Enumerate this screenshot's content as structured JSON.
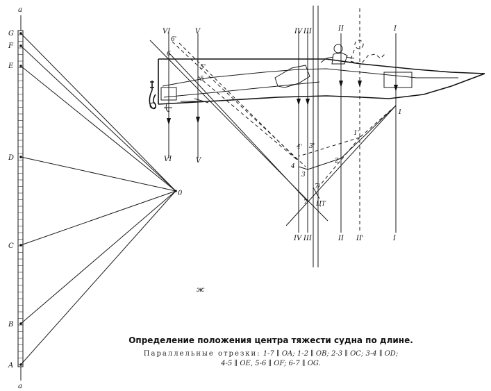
{
  "scale": {
    "axis_label_top": "a",
    "axis_label_bottom": "a",
    "points": [
      {
        "label": "G"
      },
      {
        "label": "F"
      },
      {
        "label": "E"
      },
      {
        "label": "D"
      },
      {
        "label": "C"
      },
      {
        "label": "B"
      },
      {
        "label": "A"
      }
    ],
    "pole_label": "0"
  },
  "stations_top": [
    {
      "label": "VI"
    },
    {
      "label": "V"
    },
    {
      "label": "IV"
    },
    {
      "label": "III"
    },
    {
      "label": "II"
    },
    {
      "label": "I"
    }
  ],
  "stations_bottom": [
    {
      "label": "VI"
    },
    {
      "label": "V"
    },
    {
      "label": "IV"
    },
    {
      "label": "III"
    },
    {
      "label": "II"
    },
    {
      "label": "II'"
    },
    {
      "label": "I"
    }
  ],
  "plot_labels": {
    "p6p": "6'",
    "p5p": "5'",
    "p5": "5",
    "p6": "6",
    "p1": "1",
    "p1p": "1'",
    "p2": "2",
    "p3": "3",
    "p3p": "3'",
    "p4": "4",
    "p4p": "4'",
    "p7": "7",
    "p7p": "7'",
    "cg": "ЦТ"
  },
  "stray_mark": "ж",
  "caption": {
    "title": "Определение положения центра тяжести судна по длине.",
    "lead": "Параллельные отрезки:",
    "pairs": [
      "1-7 ∥ OA;",
      "1-2 ∥ OB;",
      "2-3 ∥ OC;",
      "3-4 ∥ OD;",
      "4-5 ∥ OE,",
      "5-6 ∥ OF;",
      "6-7 ∥ OG."
    ]
  }
}
